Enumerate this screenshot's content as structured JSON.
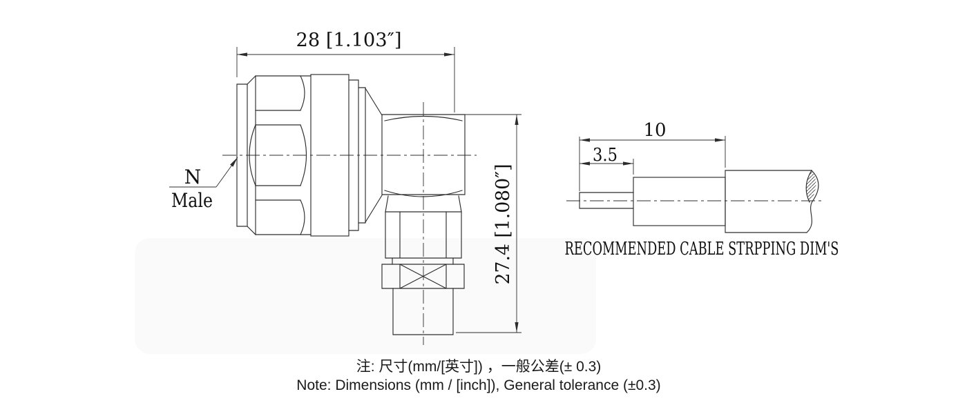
{
  "connector_view": {
    "type_label": {
      "line1": "N",
      "line2": "Male"
    },
    "width_dim": "28 [1.103″]",
    "height_dim": "27.4 [1.080″]"
  },
  "cable_view": {
    "overall_strip_dim": "10",
    "pin_strip_dim": "3.5",
    "caption": "RECOMMENDED CABLE STRPPING DIM'S"
  },
  "notes": {
    "zh": "注: 尺寸(mm/[英寸]) ，一般公差(± 0.3)",
    "en": "Note: Dimensions (mm / [inch]), General tolerance (±0.3)"
  },
  "colors": {
    "line": "#2c2c2c",
    "text": "#111111",
    "background": "#ffffff",
    "watermark": "#fafafa"
  }
}
